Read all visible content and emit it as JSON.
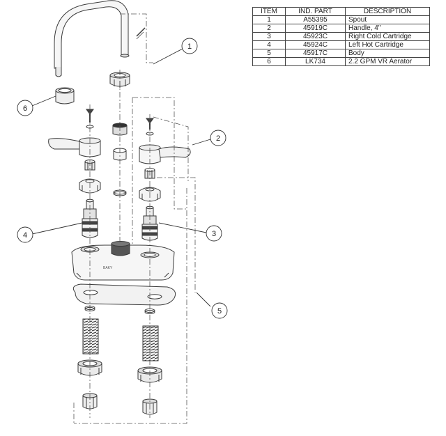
{
  "parts_table": {
    "headers": [
      "ITEM",
      "IND. PART",
      "DESCRIPTION"
    ],
    "rows": [
      {
        "item": "1",
        "part": "A55395",
        "description": "Spout"
      },
      {
        "item": "2",
        "part": "45919C",
        "description": "Handle, 4\""
      },
      {
        "item": "3",
        "part": "45923C",
        "description": "Right Cold Cartridge"
      },
      {
        "item": "4",
        "part": "45924C",
        "description": "Left Hot Cartridge"
      },
      {
        "item": "5",
        "part": "45917C",
        "description": "Body"
      },
      {
        "item": "6",
        "part": "LK734",
        "description": "2.2 GPM VR Aerator"
      }
    ]
  },
  "callouts": {
    "c1": "1",
    "c2": "2",
    "c3": "3",
    "c4": "4",
    "c5": "5",
    "c6": "6"
  },
  "body_brand": "BAKY",
  "colors": {
    "line": "#3a3a3a",
    "fill": "#f4f4f4",
    "dark": "#555555"
  }
}
